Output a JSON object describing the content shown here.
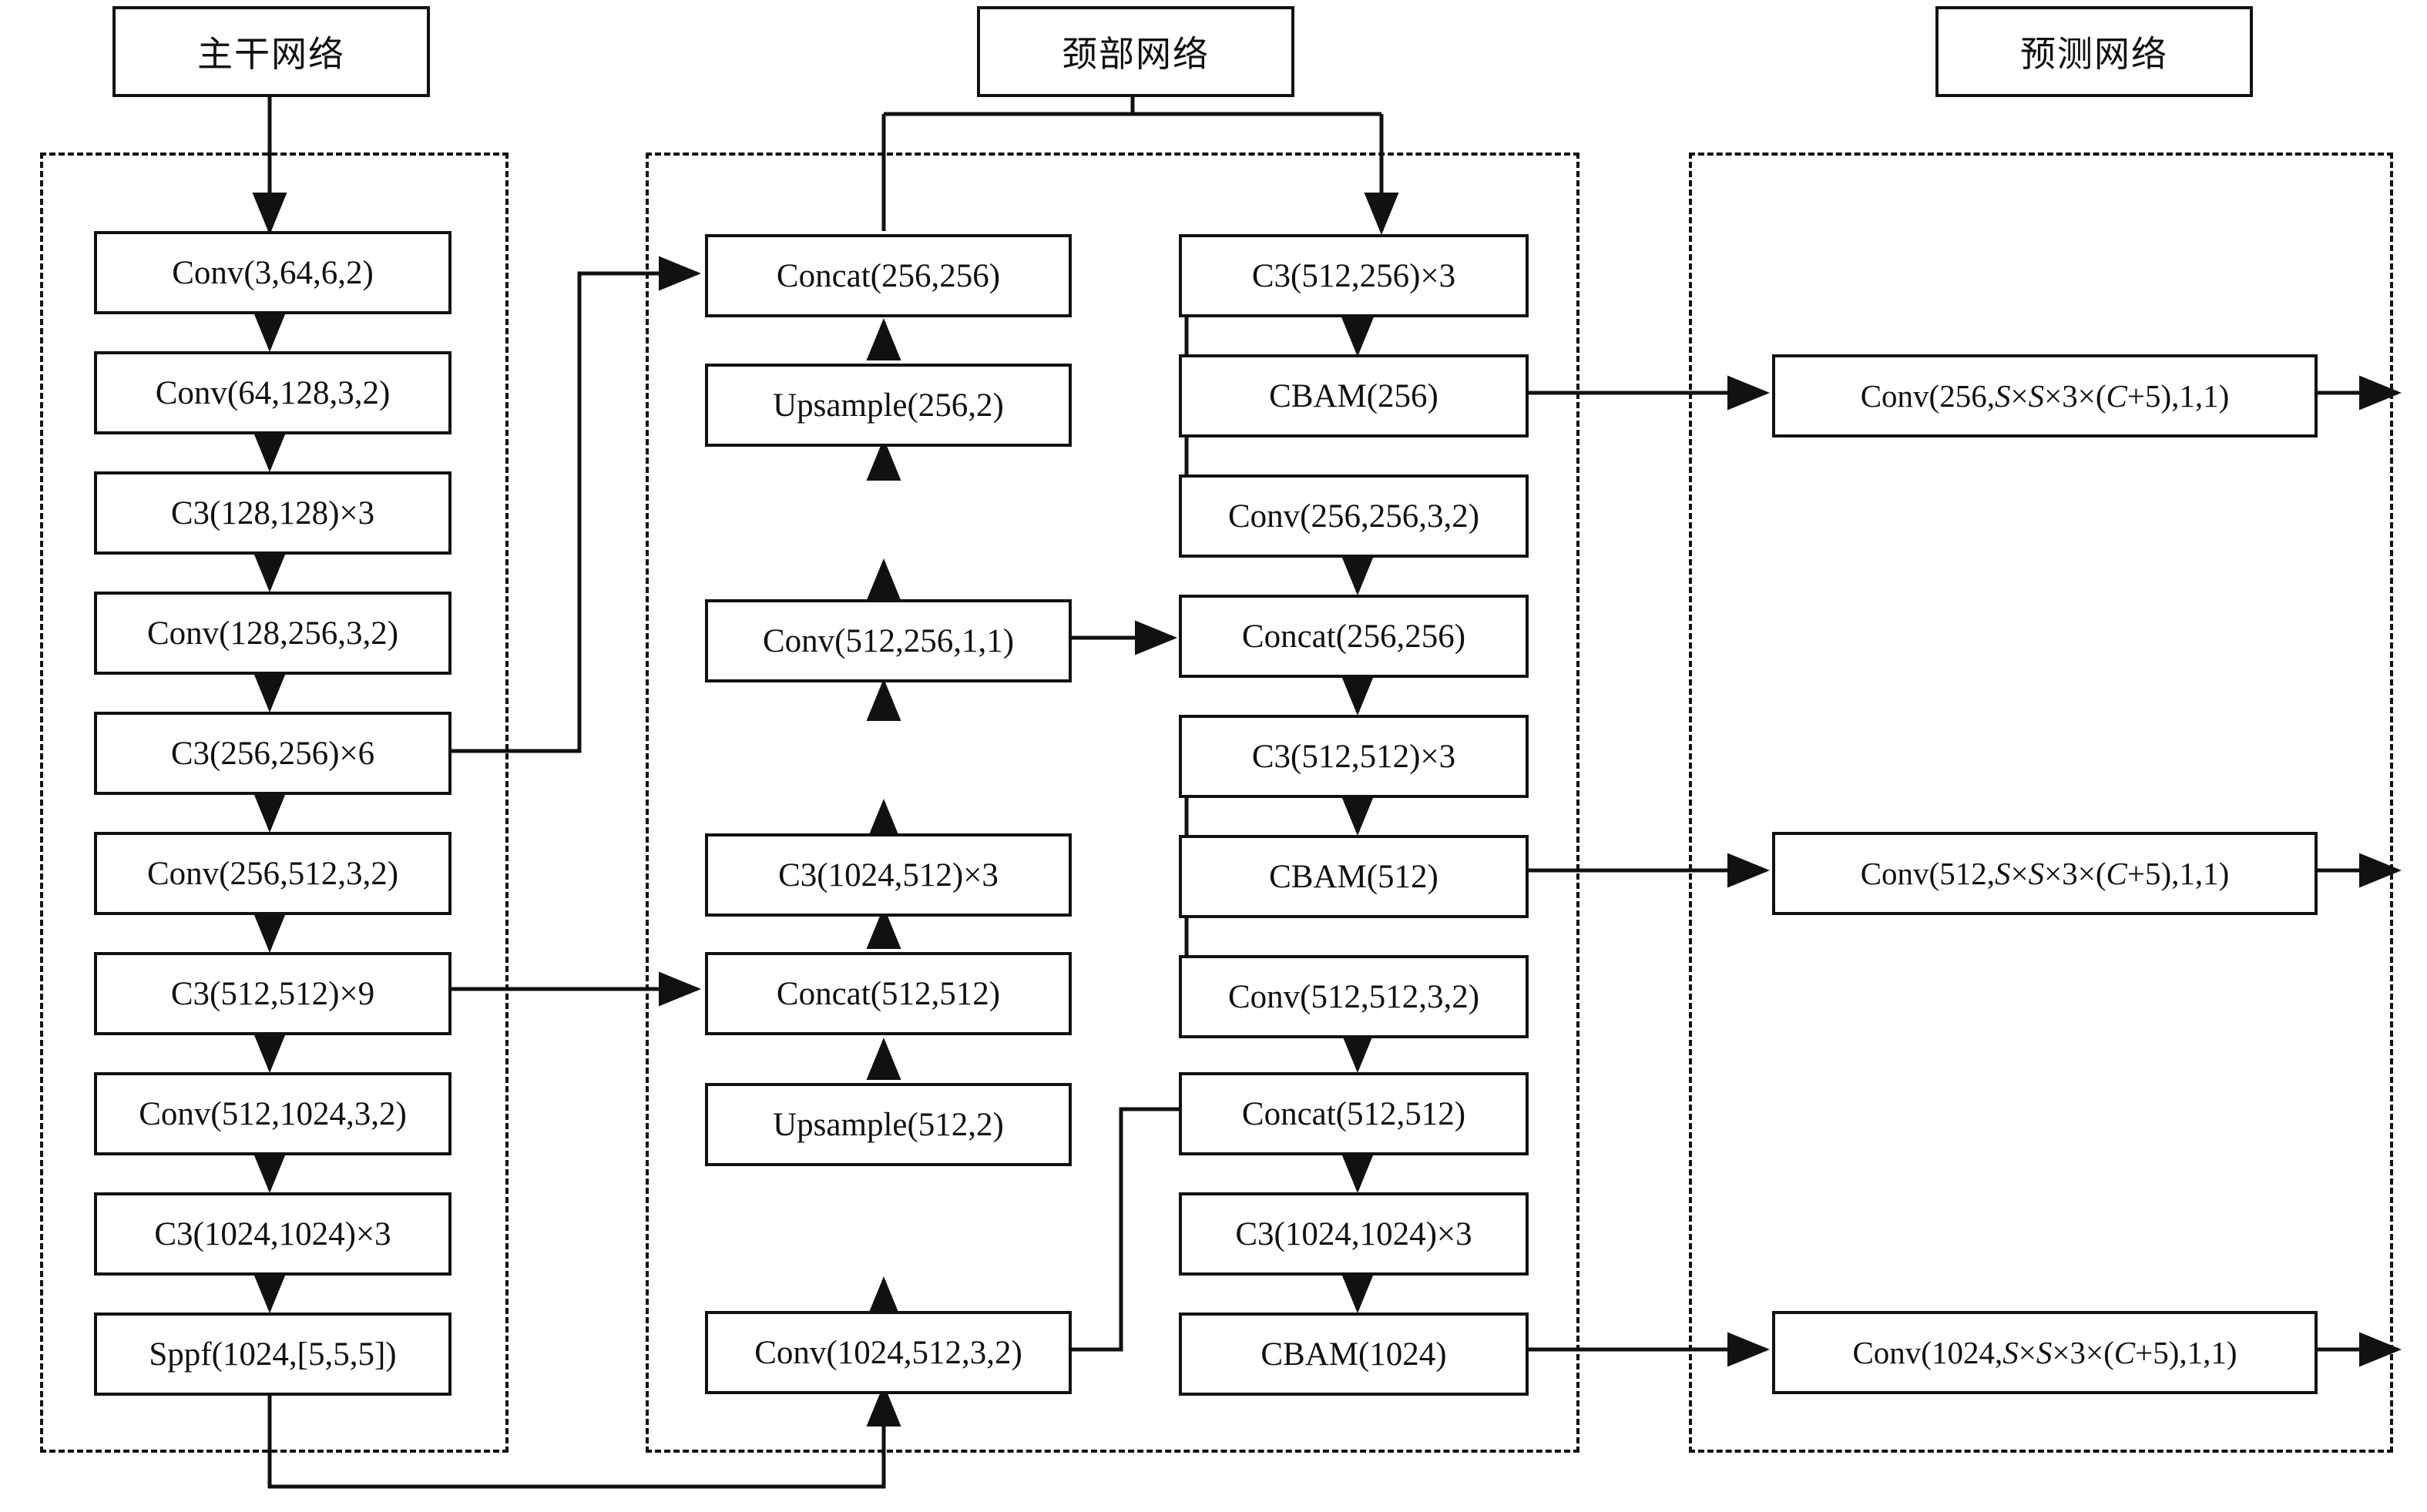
{
  "diagram": {
    "title_sections": [
      {
        "id": "backbone",
        "label": "主干网络"
      },
      {
        "id": "neck",
        "label": "颈部网络"
      },
      {
        "id": "head",
        "label": "预测网络"
      }
    ],
    "colors": {
      "stroke": "#111111",
      "background": "#ffffff"
    }
  },
  "backbone": {
    "header": "主干网络",
    "blocks": [
      {
        "id": "b1",
        "label": "Conv(3,64,6,2)"
      },
      {
        "id": "b2",
        "label": "Conv(64,128,3,2)"
      },
      {
        "id": "b3",
        "label": "C3(128,128)×3"
      },
      {
        "id": "b4",
        "label": "Conv(128,256,3,2)"
      },
      {
        "id": "b5",
        "label": "C3(256,256)×6"
      },
      {
        "id": "b6",
        "label": "Conv(256,512,3,2)"
      },
      {
        "id": "b7",
        "label": "C3(512,512)×9"
      },
      {
        "id": "b8",
        "label": "Conv(512,1024,3,2)"
      },
      {
        "id": "b9",
        "label": "C3(1024,1024)×3"
      },
      {
        "id": "b10",
        "label": "Sppf(1024,[5,5,5])"
      }
    ]
  },
  "neck": {
    "header": "颈部网络",
    "left_column": [
      {
        "id": "n1",
        "label": "Concat(256,256)"
      },
      {
        "id": "n2",
        "label": "Upsample(256,2)"
      },
      {
        "id": "n3",
        "label": "Conv(512,256,1,1)"
      },
      {
        "id": "n4",
        "label": "C3(1024,512)×3"
      },
      {
        "id": "n5",
        "label": "Concat(512,512)"
      },
      {
        "id": "n6",
        "label": "Upsample(512,2)"
      },
      {
        "id": "n7",
        "label": "Conv(1024,512,3,2)"
      }
    ],
    "right_column": [
      {
        "id": "m1",
        "label": "C3(512,256)×3"
      },
      {
        "id": "m2",
        "label": "CBAM(256)"
      },
      {
        "id": "m3",
        "label": "Conv(256,256,3,2)"
      },
      {
        "id": "m4",
        "label": "Concat(256,256)"
      },
      {
        "id": "m5",
        "label": "C3(512,512)×3"
      },
      {
        "id": "m6",
        "label": "CBAM(512)"
      },
      {
        "id": "m7",
        "label": "Conv(512,512,3,2)"
      },
      {
        "id": "m8",
        "label": "Concat(512,512)"
      },
      {
        "id": "m9",
        "label": "C3(1024,1024)×3"
      },
      {
        "id": "m10",
        "label": "CBAM(1024)"
      }
    ]
  },
  "head": {
    "header": "预测网络",
    "blocks": [
      {
        "id": "p1",
        "prefix": "Conv(256,",
        "s1": "S",
        "x1": "×",
        "s2": "S",
        "x2": "×3×(",
        "c": "C",
        "suffix": "+5),1,1)"
      },
      {
        "id": "p2",
        "prefix": "Conv(512,",
        "s1": "S",
        "x1": "×",
        "s2": "S",
        "x2": "×3×(",
        "c": "C",
        "suffix": "+5),1,1)"
      },
      {
        "id": "p3",
        "prefix": "Conv(1024,",
        "s1": "S",
        "x1": "×",
        "s2": "S",
        "x2": "×3×(",
        "c": "C",
        "suffix": "+5),1,1)"
      }
    ]
  }
}
